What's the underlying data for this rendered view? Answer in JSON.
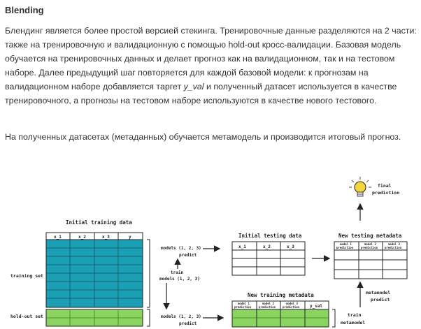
{
  "section": {
    "heading": "Blending",
    "paragraph1": {
      "part1": "Блендинг является более простой версией стекинга. Тренировочные данные разделяются на 2 части: также на тренировочную и валидационную с помощью hold-out кросс-валидации. Базовая модель обучается на тренировочных данных и делает прогноз как на валидационном, так и на тестовом наборе. Далее предыдущий шаг повторяется для каждой базовой модели: к прогнозам на валидационном наборе добавляется таргет ",
      "target_var": "y_val",
      "part2": " и полученный датасет используется в качестве тренировочного, а прогнозы на тестовом наборе используются в качестве нового тестового."
    },
    "paragraph2": "На полученных датасетах (метаданных) обучается метамодель и производится итоговый прогноз."
  },
  "diagram": {
    "initial_training_title": "Initial training data",
    "initial_training_headers": [
      "x_1",
      "x_2",
      "x_3",
      "y"
    ],
    "training_set_label": "training set",
    "holdout_set_label": "hold-out set",
    "models_predict_top": [
      "models (1, 2, 3)",
      "predict"
    ],
    "train_models": [
      "train",
      "models (1, 2, 3)"
    ],
    "models_predict_bottom": [
      "models (1, 2, 3)",
      "predict"
    ],
    "initial_testing_title": "Initial testing data",
    "initial_testing_headers": [
      "x_1",
      "x_2",
      "x_3"
    ],
    "new_testing_title": "New testing metadata",
    "new_testing_headers": [
      [
        "model 1",
        "prediction"
      ],
      [
        "model 2",
        "prediction"
      ],
      [
        "model 3",
        "prediction"
      ]
    ],
    "new_training_title": "New training metadata",
    "new_training_headers": [
      [
        "model 1",
        "prediction"
      ],
      [
        "model 2",
        "prediction"
      ],
      [
        "model 3",
        "prediction"
      ],
      [
        "y_val"
      ]
    ],
    "metamodel_predict": [
      "metamodel",
      "predict"
    ],
    "train_metamodel": [
      "train",
      "metamodel"
    ],
    "final_prediction": [
      "final",
      "prediction"
    ],
    "colors": {
      "training_fill": "#1a9fb5",
      "holdout_fill": "#8bd460",
      "new_training_fill": "#8bd460",
      "bulb": "#f5d63a"
    }
  }
}
